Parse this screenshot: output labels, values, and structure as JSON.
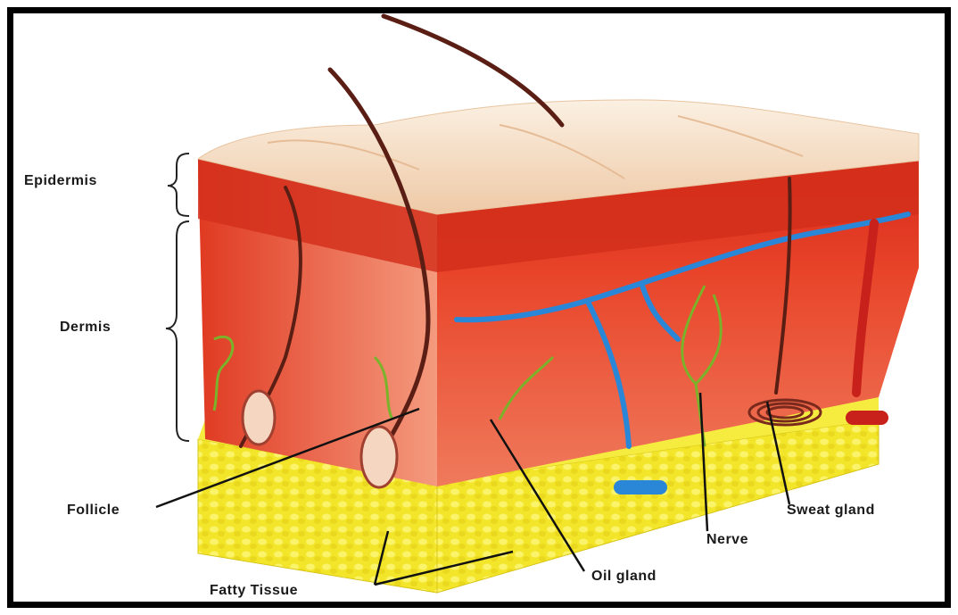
{
  "labels": {
    "epidermis": "Epidermis",
    "dermis": "Dermis",
    "follicle": "Follicle",
    "fatty_tissue": "Fatty Tissue",
    "oil_gland": "Oil gland",
    "nerve": "Nerve",
    "sweat_gland": "Sweat gland"
  },
  "colors": {
    "frame": "#000000",
    "epidermis_top": "#f6e2cc",
    "dermis": "#e8361e",
    "dermis_light": "#f28a6e",
    "fat": "#f4ea2c",
    "vein": "#2a86d6",
    "nerve": "#7ab32a",
    "hair": "#5a1e14"
  }
}
